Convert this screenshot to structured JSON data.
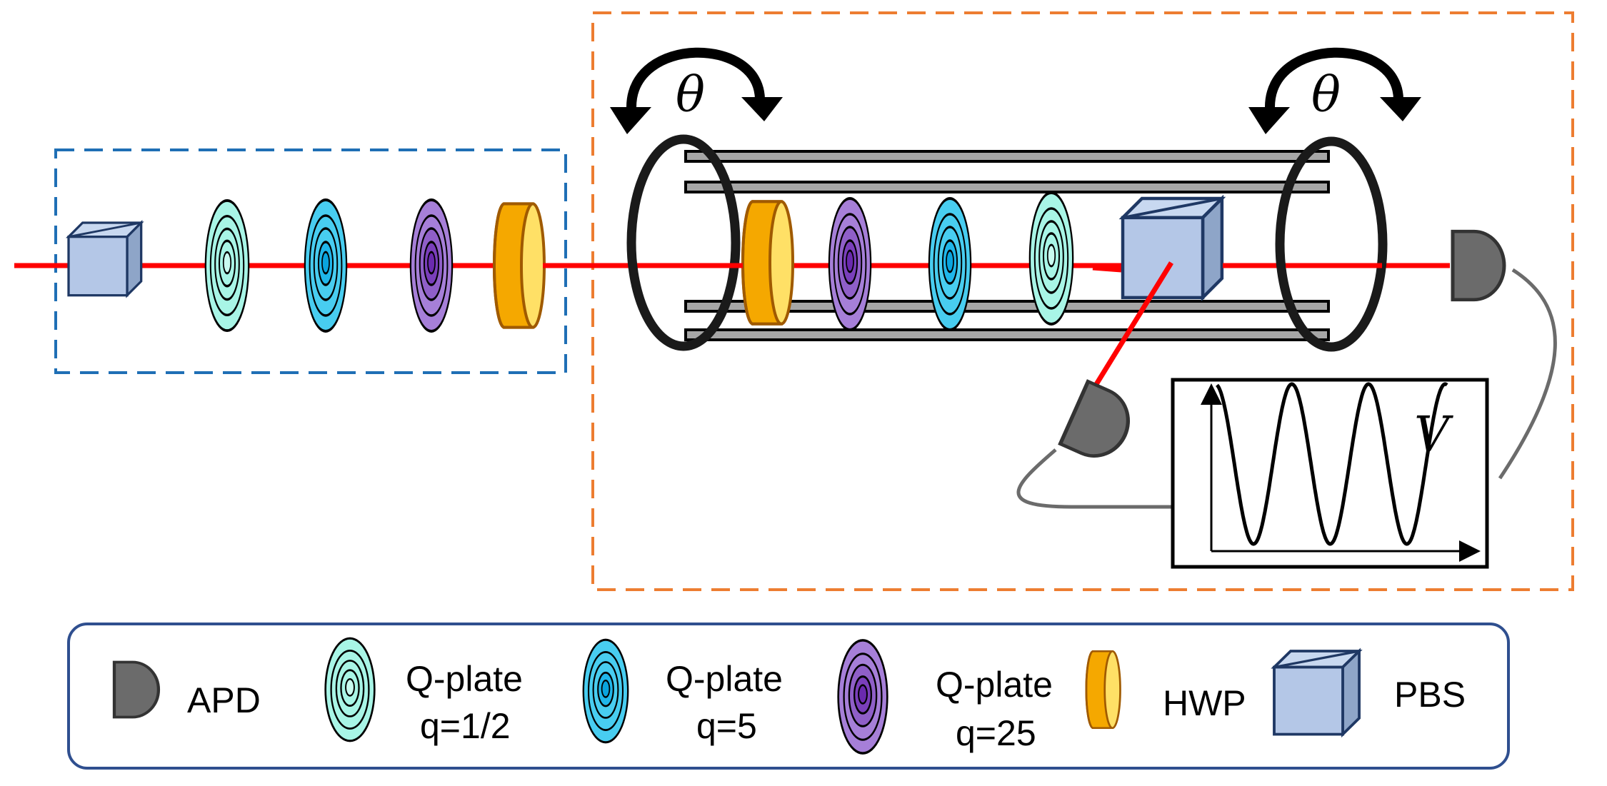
{
  "diagram": {
    "labels": {
      "theta_left": "θ",
      "theta_right": "θ",
      "signal": "V"
    },
    "colors": {
      "beam": "#ff0000",
      "prep_box": "#1f6fb5",
      "measure_box": "#ed7d31",
      "legend_border": "#2f4f8f",
      "qplate_half": "#9ff5e4",
      "qplate_5": "#3fcdf0",
      "qplate_25": "#9a5fcf",
      "hwp": "#f7b500",
      "pbs": "#b4c7e7",
      "apd": "#6b6b6b"
    }
  },
  "legend": {
    "apd": "APD",
    "qplate_half_l1": "Q-plate",
    "qplate_half_l2": "q=1/2",
    "qplate_5_l1": "Q-plate",
    "qplate_5_l2": "q=5",
    "qplate_25_l1": "Q-plate",
    "qplate_25_l2": "q=25",
    "hwp": "HWP",
    "pbs": "PBS"
  }
}
